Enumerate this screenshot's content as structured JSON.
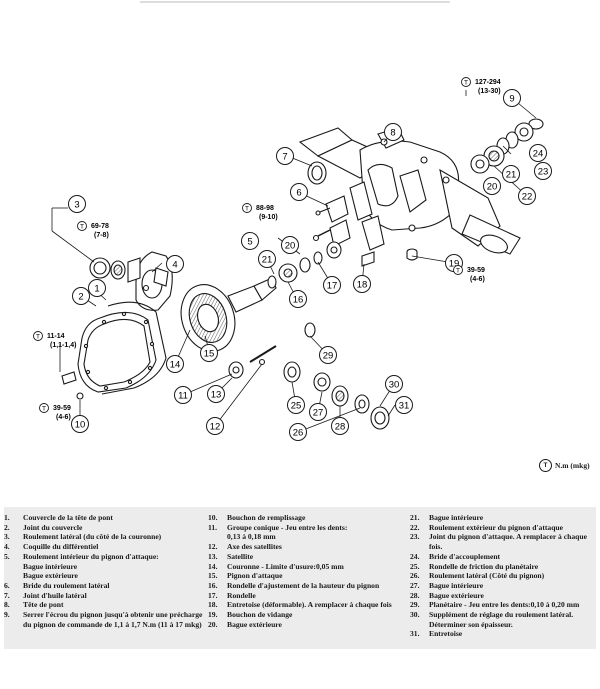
{
  "callouts": [
    {
      "n": "1"
    },
    {
      "n": "2"
    },
    {
      "n": "3"
    },
    {
      "n": "4"
    },
    {
      "n": "5"
    },
    {
      "n": "6"
    },
    {
      "n": "7"
    },
    {
      "n": "8"
    },
    {
      "n": "9"
    },
    {
      "n": "10"
    },
    {
      "n": "11"
    },
    {
      "n": "12"
    },
    {
      "n": "13"
    },
    {
      "n": "14"
    },
    {
      "n": "15"
    },
    {
      "n": "16"
    },
    {
      "n": "17"
    },
    {
      "n": "18"
    },
    {
      "n": "19"
    },
    {
      "n": "20"
    },
    {
      "n": "21"
    },
    {
      "n": "22"
    },
    {
      "n": "23"
    },
    {
      "n": "24"
    },
    {
      "n": "25"
    },
    {
      "n": "26"
    },
    {
      "n": "27"
    },
    {
      "n": "28"
    },
    {
      "n": "29"
    },
    {
      "n": "30"
    },
    {
      "n": "31"
    },
    {
      "n": "20"
    },
    {
      "n": "21"
    }
  ],
  "torques": [
    {
      "t1": "127-294",
      "t2": "(13-30)"
    },
    {
      "t1": "69-78",
      "t2": "(7-8)"
    },
    {
      "t1": "88-98",
      "t2": "(9-10)"
    },
    {
      "t1": "39-59",
      "t2": "(4-6)"
    },
    {
      "t1": "11-14",
      "t2": "(1,1-1,4)"
    },
    {
      "t1": "39-59",
      "t2": "(4-6)"
    }
  ],
  "torque_symbol": "T",
  "key_label": "N.m (mkg)",
  "legend": {
    "col1": [
      {
        "n": "1.",
        "t": "Couvercle de la tête de pont"
      },
      {
        "n": "2.",
        "t": "Joint du couvercle"
      },
      {
        "n": "3.",
        "t": "Roulement latéral (du côté de la couronne)"
      },
      {
        "n": "4.",
        "t": "Coquille du différentiel"
      },
      {
        "n": "5.",
        "t": "Roulement intérieur du pignon d'attaque:"
      },
      {
        "n": "",
        "t": "Bague intérieure"
      },
      {
        "n": "",
        "t": "Bague extérieure"
      },
      {
        "n": "6.",
        "t": "Bride du roulement latéral"
      },
      {
        "n": "7.",
        "t": "Joint d'huile latéral"
      },
      {
        "n": "8.",
        "t": "Tête de pont"
      },
      {
        "n": "9.",
        "t": "Serrer l'écrou du pignon jusqu'à obtenir une précharge du pignon de commande de 1,1 à 1,7 N.m (11 à 17 mkg)"
      }
    ],
    "col2": [
      {
        "n": "10.",
        "t": "Bouchon de remplissage"
      },
      {
        "n": "11.",
        "t": "Groupe conique - Jeu entre les dents:"
      },
      {
        "n": "",
        "t": "0,13 à 0,18 mm"
      },
      {
        "n": "12.",
        "t": "Axe des satellites"
      },
      {
        "n": "13.",
        "t": "Satellite"
      },
      {
        "n": "14.",
        "t": "Couronne - Limite d'usure:0,05 mm"
      },
      {
        "n": "15.",
        "t": "Pignon d'attaque"
      },
      {
        "n": "16.",
        "t": "Rondelle d'ajustement de la hauteur du pignon"
      },
      {
        "n": "17.",
        "t": "Rondelle"
      },
      {
        "n": "18.",
        "t": "Entretoise (déformable). A remplacer à chaque fois"
      },
      {
        "n": "19.",
        "t": "Bouchon de vidange"
      },
      {
        "n": "20.",
        "t": "Bague extérieure"
      }
    ],
    "col3": [
      {
        "n": "21.",
        "t": "Bague intérieure"
      },
      {
        "n": "22.",
        "t": "Roulement extérieur du pignon d'attaque"
      },
      {
        "n": "23.",
        "t": "Joint du pignon d'attaque. A remplacer à chaque fois."
      },
      {
        "n": "24.",
        "t": "Bride d'accouplement"
      },
      {
        "n": "25.",
        "t": "Rondelle de friction du planétaire"
      },
      {
        "n": "26.",
        "t": "Roulement latéral (Côté du pignon)"
      },
      {
        "n": "27.",
        "t": "Bague intérieure"
      },
      {
        "n": "28.",
        "t": "Bague extérieure"
      },
      {
        "n": "29.",
        "t": "Planétaire - Jeu entre les dents:0,10 à 0,20 mm"
      },
      {
        "n": "30.",
        "t": "Supplément de réglage du roulement latéral. Déterminer son épaisseur."
      },
      {
        "n": "31.",
        "t": "Entretoise"
      }
    ]
  }
}
